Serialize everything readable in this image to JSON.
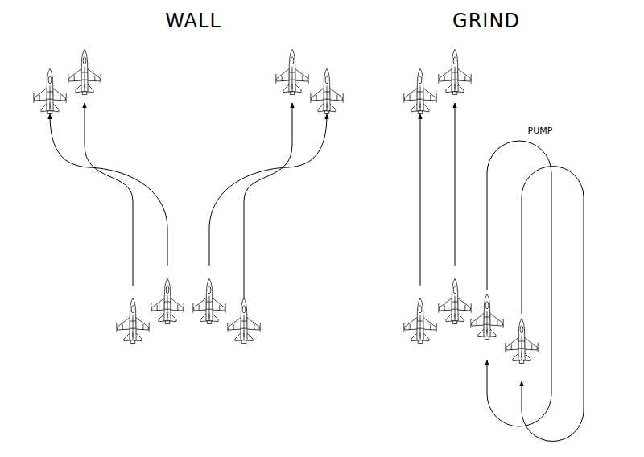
{
  "diagram": {
    "labels": [
      "WALL",
      "GRIND",
      "PUMP"
    ]
  }
}
